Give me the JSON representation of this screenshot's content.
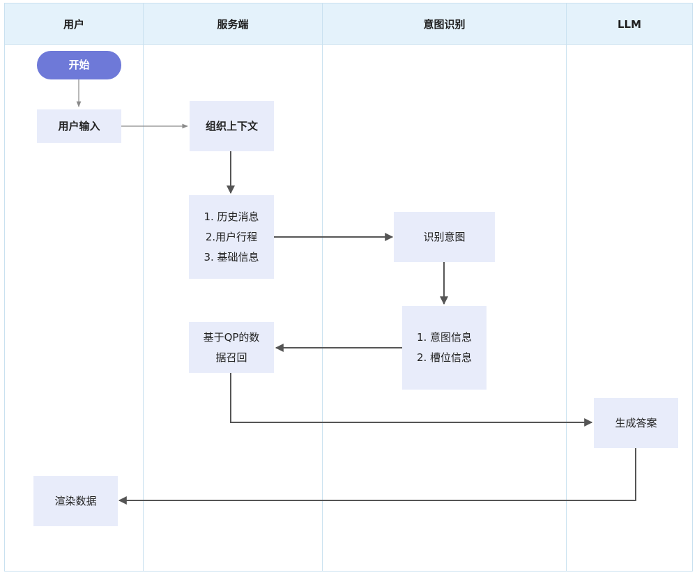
{
  "lanes": [
    {
      "title": "用户"
    },
    {
      "title": "服务端"
    },
    {
      "title": "意图识别"
    },
    {
      "title": "LLM"
    }
  ],
  "nodes": {
    "start": {
      "label": "开始"
    },
    "user_input": {
      "label": "用户输入"
    },
    "organize_context": {
      "label": "组织上下文"
    },
    "context_items": {
      "lines": [
        "1. 历史消息",
        "2.用户行程",
        "3. 基础信息"
      ]
    },
    "recognize_intent": {
      "label": "识别意图"
    },
    "intent_info": {
      "lines": [
        "1. 意图信息",
        "2. 槽位信息"
      ]
    },
    "qp_recall": {
      "lines": [
        "基于QP的数",
        "据召回"
      ]
    },
    "generate_answer": {
      "label": "生成答案"
    },
    "render_data": {
      "label": "渲染数据"
    }
  },
  "colors": {
    "header_bg": "#e4f2fb",
    "lane_border": "#c9e1f0",
    "node_bg": "#e8ecfa",
    "start_bg": "#6e79d8",
    "connector_light": "#8a8a8a",
    "connector_dark": "#555555"
  }
}
